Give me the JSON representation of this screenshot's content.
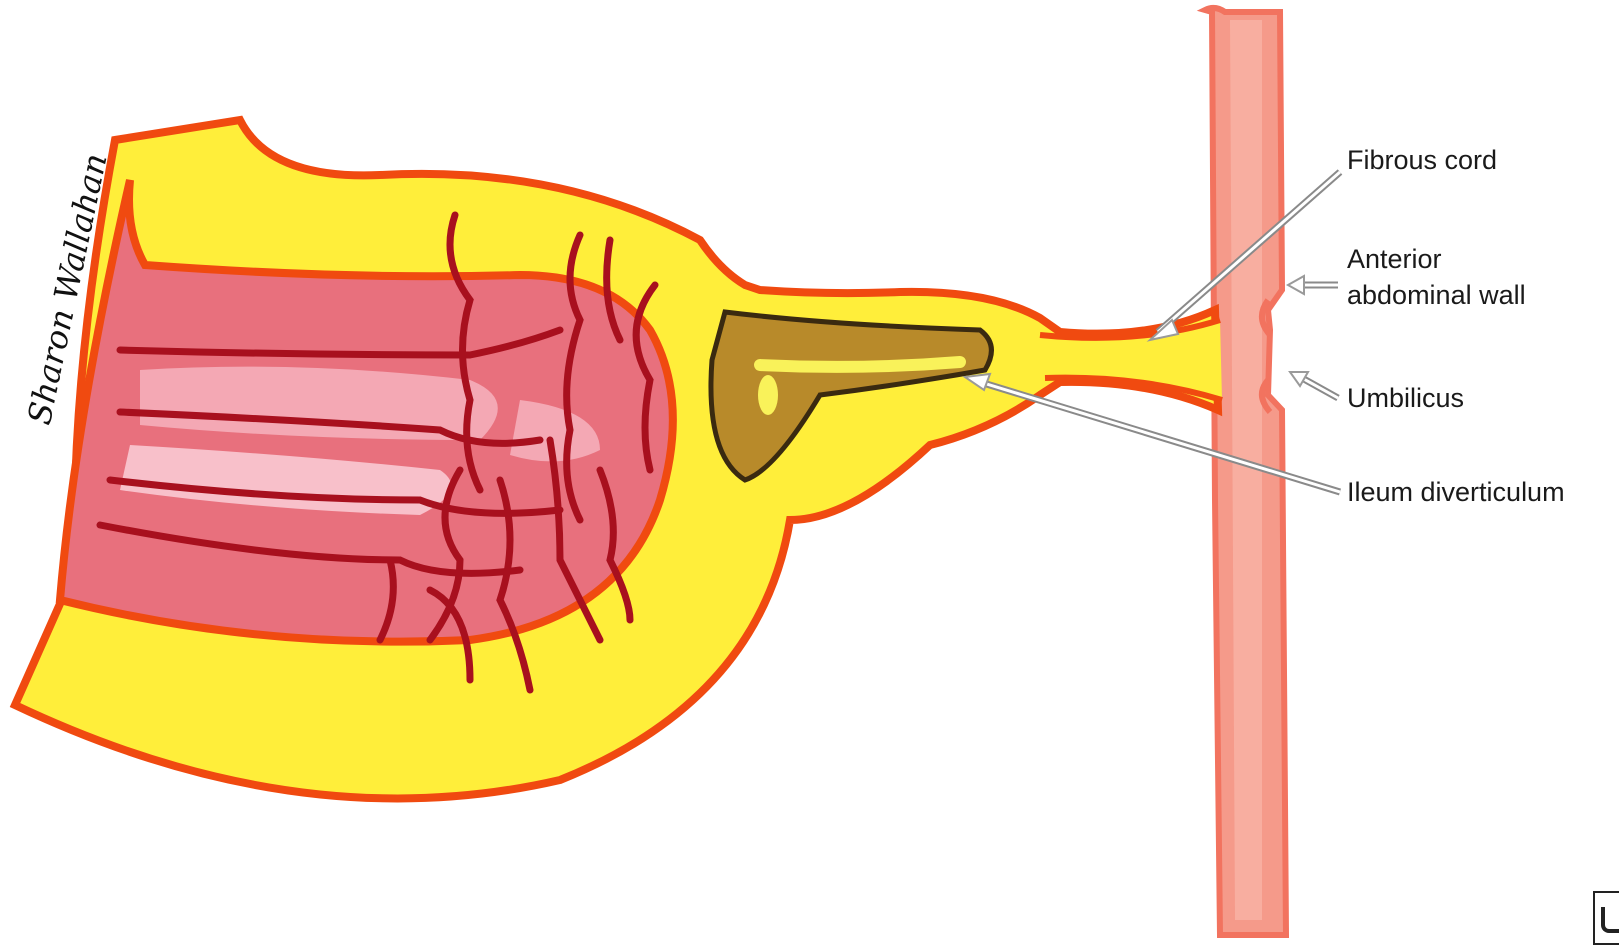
{
  "labels": {
    "fibrous_cord": "Fibrous cord",
    "anterior_abdominal_wall_line1": "Anterior",
    "anterior_abdominal_wall_line2": "abdominal wall",
    "umbilicus": "Umbilicus",
    "ileum_diverticulum": "Ileum diverticulum"
  },
  "signature": "Sharon Wallahan",
  "colors": {
    "mesentery_yellow": "#ffee3a",
    "bowel_outline_orange": "#f04a10",
    "bowel_pink": "#e8707d",
    "bowel_light_pink": "#f4a8b4",
    "vessel_red": "#a8101e",
    "diverticulum_brown": "#b88a2a",
    "diverticulum_outline": "#3a2a10",
    "abdominal_wall_salmon": "#f59a8a"
  }
}
